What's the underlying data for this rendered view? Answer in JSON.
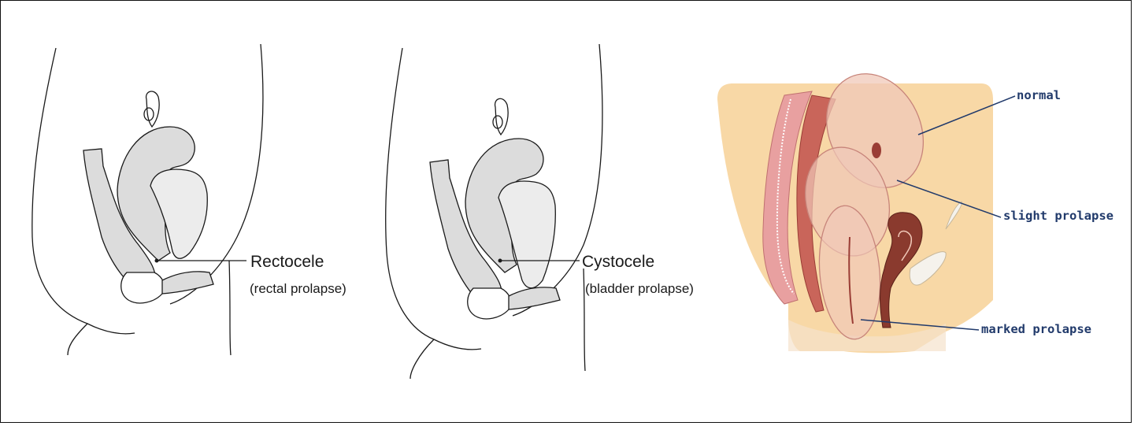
{
  "figures": [
    {
      "title": "Rectocele",
      "subtitle": "(rectal prolapse)"
    },
    {
      "title": "Cystocele",
      "subtitle": "(bladder prolapse)"
    },
    {
      "labels": [
        "normal",
        "slight prolapse",
        "marked prolapse"
      ]
    }
  ],
  "colors": {
    "line_art": "#1a1a1a",
    "organ_fill": "#dcdcdc",
    "skin": "#f8d8a6",
    "tissue": "#f0c8b8",
    "uterus": "#8a3a2e",
    "label_blue": "#213a6b"
  }
}
